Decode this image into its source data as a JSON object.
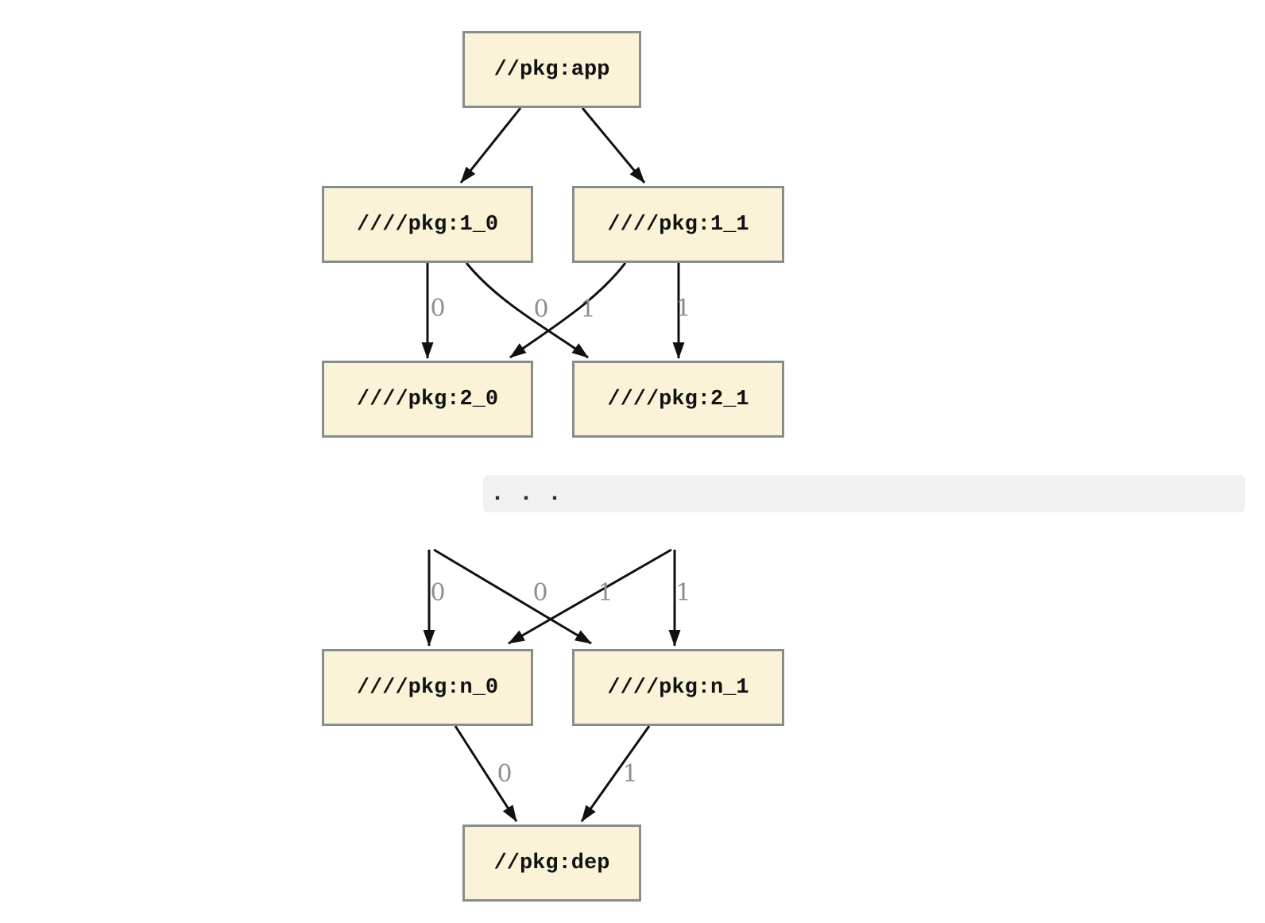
{
  "diagram": {
    "nodes": {
      "app": {
        "label": "//pkg:app"
      },
      "n1_0": {
        "label": "////pkg:1_0"
      },
      "n1_1": {
        "label": "////pkg:1_1"
      },
      "n2_0": {
        "label": "////pkg:2_0"
      },
      "n2_1": {
        "label": "////pkg:2_1"
      },
      "nn_0": {
        "label": "////pkg:n_0"
      },
      "nn_1": {
        "label": "////pkg:n_1"
      },
      "dep": {
        "label": "//pkg:dep"
      }
    },
    "edges": [
      {
        "from": "//pkg:app",
        "to": "////pkg:1_0",
        "label": ""
      },
      {
        "from": "//pkg:app",
        "to": "////pkg:1_1",
        "label": ""
      },
      {
        "from": "////pkg:1_0",
        "to": "////pkg:2_0",
        "label": "0"
      },
      {
        "from": "////pkg:1_0",
        "to": "////pkg:2_1",
        "label": "0"
      },
      {
        "from": "////pkg:1_1",
        "to": "////pkg:2_0",
        "label": "1"
      },
      {
        "from": "////pkg:1_1",
        "to": "////pkg:2_1",
        "label": "1"
      },
      {
        "from": "…",
        "to": "////pkg:n_0",
        "label": "0"
      },
      {
        "from": "…",
        "to": "////pkg:n_1",
        "label": "0"
      },
      {
        "from": "…",
        "to": "////pkg:n_0",
        "label": "1"
      },
      {
        "from": "…",
        "to": "////pkg:n_1",
        "label": "1"
      },
      {
        "from": "////pkg:n_0",
        "to": "//pkg:dep",
        "label": "0"
      },
      {
        "from": "////pkg:n_1",
        "to": "//pkg:dep",
        "label": "1"
      }
    ],
    "ellipsis_text": ". . .",
    "colors": {
      "node_fill": "#FAF3D8",
      "node_border": "#878C8C",
      "edge": "#111111",
      "edge_label": "#8E8E8E",
      "ellipsis_bg": "#F1F1F1",
      "background": "#FFFFFF"
    }
  }
}
